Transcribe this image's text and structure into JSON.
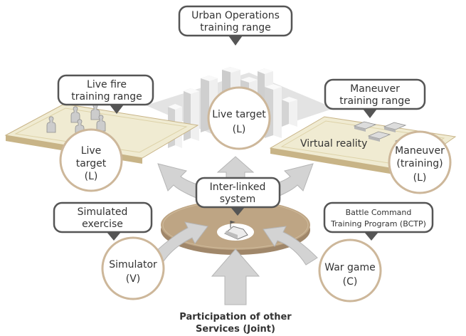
{
  "colors": {
    "board_top": "#f0ebd2",
    "board_edge": "#c8b487",
    "disc": "#bea584",
    "circle_border": "#cdb79a",
    "arrow_fill": "#d3d3d3",
    "callout_border": "#555555",
    "text": "#333333"
  },
  "callouts": {
    "urban": {
      "line1": "Urban Operations",
      "line2": "training range"
    },
    "live_fire": {
      "line1": "Live fire",
      "line2": "training range"
    },
    "maneuver_range": {
      "line1": "Maneuver",
      "line2": "training range"
    },
    "inter_linked": {
      "line1": "Inter-linked",
      "line2": "system"
    },
    "simulated": {
      "line1": "Simulated",
      "line2": "exercise"
    },
    "bctp": {
      "line1": "Battle Command",
      "line2": "Training Program (BCTP)"
    }
  },
  "nodes": {
    "live_target_center": {
      "line1": "Live target",
      "line2": "(L)"
    },
    "live_target_left": {
      "line1": "Live",
      "line2": "target",
      "line3": "(L)"
    },
    "maneuver_node": {
      "line1": "Maneuver",
      "line2": "(training)",
      "line3": "(L)"
    },
    "simulator": {
      "line1": "Simulator",
      "line2": "(V)"
    },
    "war_game": {
      "line1": "War game",
      "line2": "(C)"
    }
  },
  "labels": {
    "virtual_reality": "Virtual reality",
    "participation_line1": "Participation of other",
    "participation_line2": "Services (Joint)"
  },
  "icons": {
    "center": "tent-icon",
    "figures": "soldier-figure-icon",
    "buildings": "city-buildings-icon",
    "vehicles": "vehicle-block-icon"
  }
}
